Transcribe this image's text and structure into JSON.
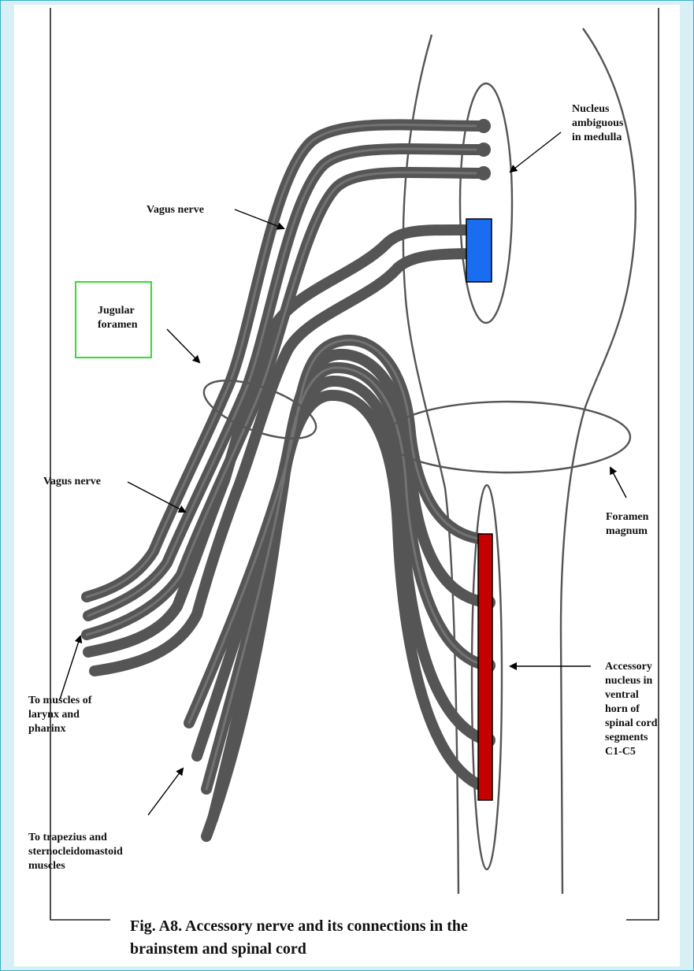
{
  "colors": {
    "nerve": "#555555",
    "outline": "#4a4a4a",
    "medulla_nucleus": "#1a6cf0",
    "spinal_nucleus": "#c40000",
    "highlight_box": "#33dd33"
  },
  "labels": {
    "nucleus_ambiguous": "Nucleus\nambiguous\nin medulla",
    "vagus_upper": "Vagus nerve",
    "jugular_foramen": "Jugular\nforamen",
    "vagus_lower": "Vagus nerve",
    "foramen_magnum": "Foramen\nmagnum",
    "larynx": "To muscles of\nlarynx and\npharinx",
    "accessory_nucleus": "Accessory\nnucleus in\nventral\nhorn of\nspinal cord\nsegments\nC1-C5",
    "trapezius": "To trapezius and\nsternocleidomastoid\nmuscles"
  },
  "caption": {
    "line1": "Fig. A8.  Accessory nerve and its connections in the",
    "line2": "brainstem and spinal cord"
  }
}
